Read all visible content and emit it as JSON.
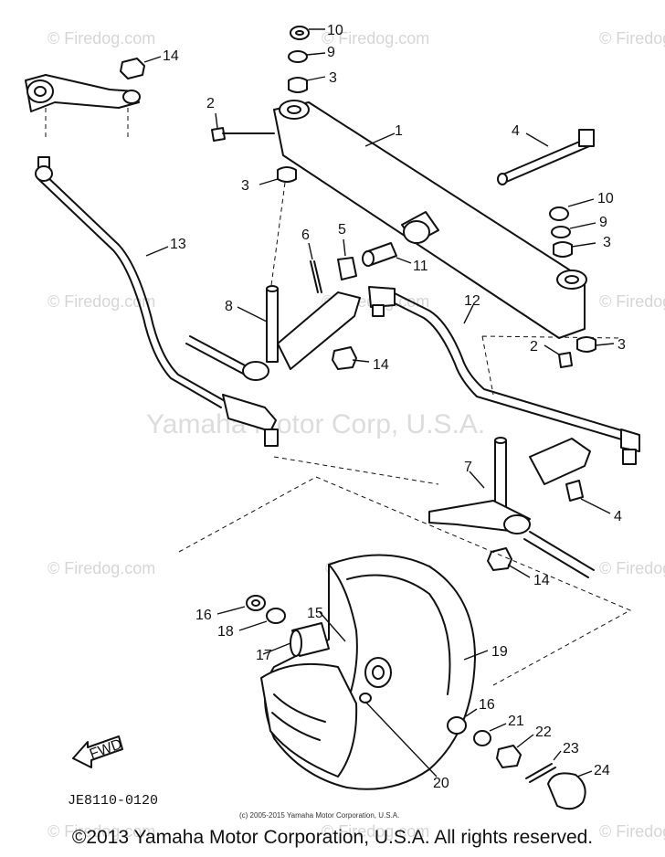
{
  "diagram_code": "JE8110-0120",
  "watermark_site": "© Firedog.com",
  "watermark_center": "Yamaha Motor Corp, U.S.A.",
  "small_copyright": "(c) 2005-2015 Yamaha Motor Corporation, U.S.A.",
  "footer_copyright": "©2013 Yamaha Motor Corporation, U.S.A. All rights reserved.",
  "fwd_label": "FWD",
  "callouts": {
    "c10a": "10",
    "c9a": "9",
    "c3a": "3",
    "c14a": "14",
    "c2a": "2",
    "c1": "1",
    "c4a": "4",
    "c3b": "3",
    "c10b": "10",
    "c9b": "9",
    "c3c": "3",
    "c13": "13",
    "c6": "6",
    "c5": "5",
    "c11": "11",
    "c8": "8",
    "c12": "12",
    "c14b": "14",
    "c2b": "2",
    "c3d": "3",
    "c7": "7",
    "c4b": "4",
    "c14c": "14",
    "c16a": "16",
    "c15": "15",
    "c18": "18",
    "c17": "17",
    "c19": "19",
    "c16b": "16",
    "c21": "21",
    "c22": "22",
    "c23": "23",
    "c24": "24",
    "c20": "20"
  },
  "colors": {
    "ink": "#111111",
    "watermark": "#d6d6d6",
    "background": "#ffffff"
  }
}
